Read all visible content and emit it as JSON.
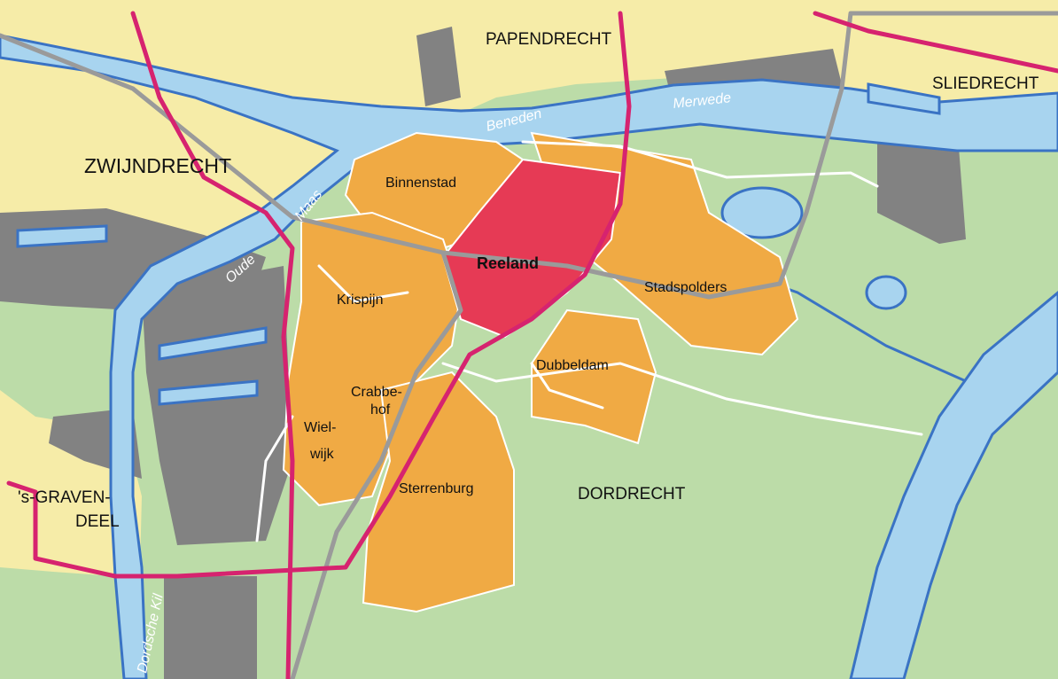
{
  "map": {
    "colors": {
      "water": "#a8d4ef",
      "water_edge": "#3a73c4",
      "land_outer": "#f6eca8",
      "land_green": "#bcdca8",
      "urban": "#f0aa44",
      "highlight": "#e63a55",
      "industrial": "#828282",
      "main_road": "#d6236f",
      "rail": "#9a9a9a",
      "local_road": "#ffffff"
    },
    "cities": {
      "papendrecht": "PAPENDRECHT",
      "sliedrecht": "SLIEDRECHT",
      "zwijndrecht": "ZWIJNDRECHT",
      "gravendeel_1": "'s-GRAVEN-",
      "gravendeel_2": "DEEL",
      "dordrecht": "DORDRECHT"
    },
    "districts": {
      "binnenstad": "Binnenstad",
      "reeland": "Reeland",
      "krispijn": "Krispijn",
      "stadspolders": "Stadspolders",
      "dubbeldam": "Dubbeldam",
      "crabbehof_1": "Crabbe-",
      "crabbehof_2": "hof",
      "wielwijk_1": "Wiel-",
      "wielwijk_2": "wijk",
      "sterrenburg": "Sterrenburg"
    },
    "rivers": {
      "beneden": "Beneden",
      "merwede": "Merwede",
      "maas": "Maas",
      "oude": "Oude",
      "dordsche_kil": "Dordsche Kil"
    }
  }
}
